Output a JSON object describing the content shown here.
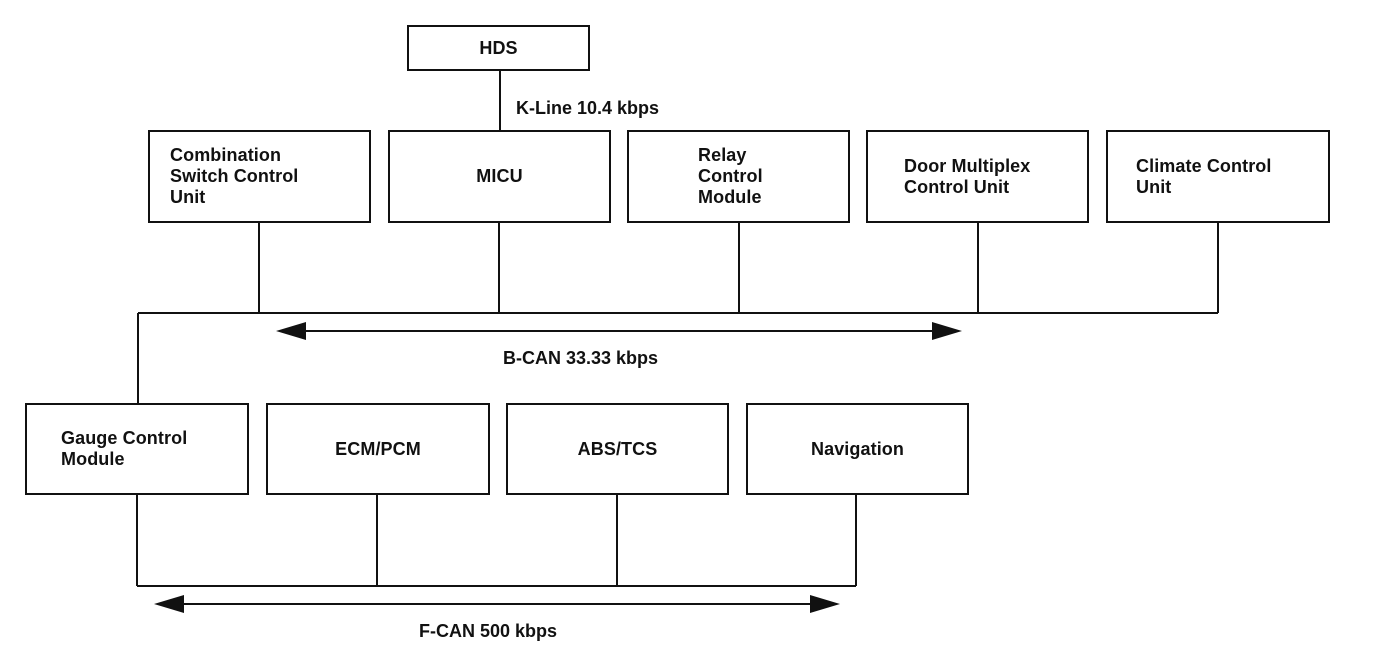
{
  "diagram": {
    "top_node": {
      "label": "HDS"
    },
    "k_line": {
      "label": "K-Line 10.4 kbps"
    },
    "b_can": {
      "label": "B-CAN 33.33 kbps",
      "modules": [
        {
          "label": "Combination\nSwitch Control\nUnit"
        },
        {
          "label": "MICU"
        },
        {
          "label": "Relay\nControl\nModule"
        },
        {
          "label": "Door Multiplex\nControl Unit"
        },
        {
          "label": "Climate Control\nUnit"
        }
      ]
    },
    "f_can": {
      "label": "F-CAN 500 kbps",
      "modules": [
        {
          "label": "Gauge Control\nModule"
        },
        {
          "label": "ECM/PCM"
        },
        {
          "label": "ABS/TCS"
        },
        {
          "label": "Navigation"
        }
      ]
    }
  }
}
